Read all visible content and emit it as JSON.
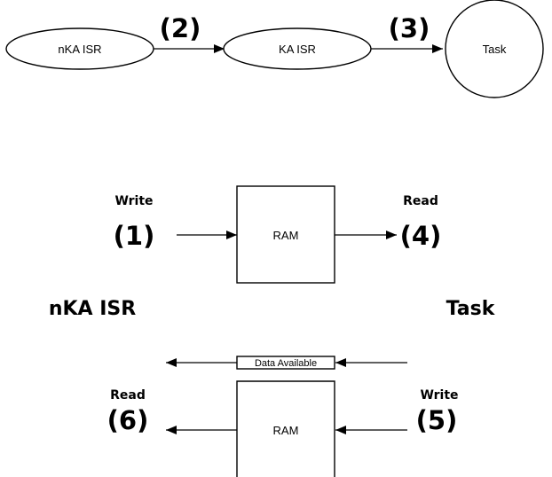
{
  "flow": {
    "nodes": {
      "nka_isr": "nKA ISR",
      "ka_isr": "KA ISR",
      "task": "Task"
    },
    "edge_labels": {
      "step2": "(2)",
      "step3": "(3)"
    }
  },
  "ram_diagram": {
    "left_actor": "nKA ISR",
    "right_actor": "Task",
    "top_block": {
      "label": "RAM",
      "left_action": "Write",
      "left_step": "(1)",
      "right_action": "Read",
      "right_step": "(4)"
    },
    "data_available_label": "Data Available",
    "bottom_block": {
      "label": "RAM",
      "left_action": "Read",
      "left_step": "(6)",
      "right_action": "Write",
      "right_step": "(5)"
    }
  },
  "colors": {
    "stroke": "#000000",
    "background": "#ffffff"
  }
}
